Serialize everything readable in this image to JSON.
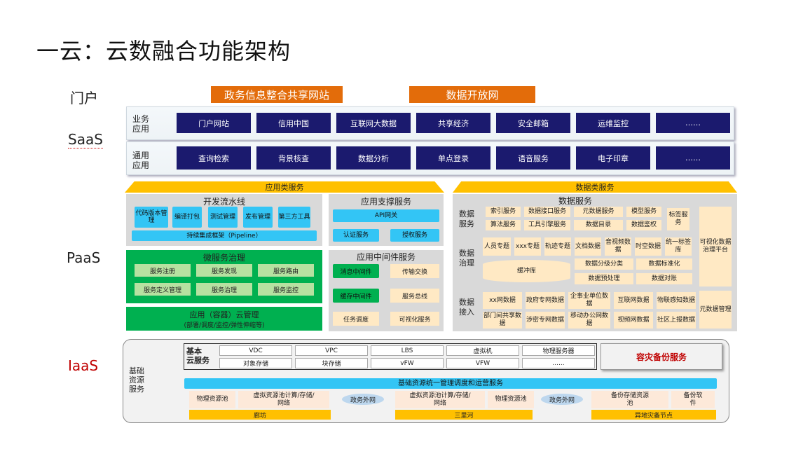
{
  "title": "一云：云数融合功能架构",
  "layers": {
    "portal": "门户",
    "saas": "SaaS",
    "paas": "PaaS",
    "iaas": "IaaS"
  },
  "portal": {
    "btn1": "政务信息整合共享网站",
    "btn2": "数据开放网"
  },
  "saas": {
    "biz_label": [
      "业务",
      "应用"
    ],
    "biz_items": [
      "门户网站",
      "信用中国",
      "互联网大数据",
      "共享经济",
      "安全邮箱",
      "运维监控",
      "……"
    ],
    "common_label": [
      "通用",
      "应用"
    ],
    "common_items": [
      "查询检索",
      "背景核查",
      "数据分析",
      "单点登录",
      "语音服务",
      "电子印章",
      "……"
    ]
  },
  "paas": {
    "app_services": "应用类服务",
    "data_services": "数据类服务",
    "devops": {
      "title": "开发流水线",
      "items": [
        "代码版本管理",
        "编译打包",
        "测试管理",
        "发布管理",
        "第三方工具"
      ],
      "pipeline": "持续集成框架（Pipeline）"
    },
    "app_support": {
      "title": "应用支撑服务",
      "api": "API网关",
      "auth": "认证服务",
      "authz": "授权服务"
    },
    "micro": {
      "title": "微服务治理",
      "items": [
        "服务注册",
        "服务发现",
        "服务路由",
        "服务定义管理",
        "服务治理",
        "服务监控"
      ]
    },
    "middleware": {
      "title": "应用中间件服务",
      "items": [
        "消息中间件",
        "传输交换",
        "缓存中间件",
        "服务总线",
        "任务调度",
        "可视化服务"
      ]
    },
    "container": {
      "title": "应用（容器）云管理",
      "sub": "(部署/调度/监控/弹性伸缩等)"
    },
    "data": {
      "title": "数据服务",
      "svc_label": "数据服务",
      "svc_items": [
        "索引服务",
        "数据接口服务",
        "元数据服务",
        "模型服务",
        "算法服务",
        "工具引擎服务",
        "数据目录",
        "数据鉴权"
      ],
      "tag_service": "标签服务",
      "gov_label": "数据治理",
      "gov_items": [
        "人员专题",
        "xxx专题",
        "轨迹专题",
        "文档数据",
        "音视频数据",
        "时空数据",
        "统一标签库"
      ],
      "buffer": "缓冲库",
      "gov_ops": [
        "数据分级分类",
        "数据标准化",
        "数据预处理",
        "数据对账"
      ],
      "access_label": "数据接入",
      "access_items": [
        "xx网数据",
        "政府专网数据",
        "企事业单位数据",
        "互联网数据",
        "物联感知数据",
        "部门间共享数据",
        "涉密专网数据",
        "移动办公网数据",
        "视频网数据",
        "社区上报数据"
      ],
      "viz": "可视化数据治理平台",
      "meta": "元数据管理"
    }
  },
  "iaas": {
    "basic_label": [
      "基础",
      "资源",
      "服务"
    ],
    "cloud_label": [
      "基本",
      "云服务"
    ],
    "cloud_row1": [
      "VDC",
      "VPC",
      "LBS",
      "虚拟机",
      "物理服务器"
    ],
    "cloud_row2": [
      "对象存储",
      "块存储",
      "vFW",
      "VFW",
      "......"
    ],
    "backup": "容灾备份服务",
    "unified": "基础资源统一管理调度和运营服务",
    "pools": [
      "物理资源池",
      "虚拟资源池计算/存储/网络",
      "政务外网",
      "虚拟资源池计算/存储/网络",
      "物理资源池",
      "政务外网",
      "备份存储资源池",
      "备份软件"
    ],
    "sites": [
      "廊坊",
      "三里河",
      "异地灾备节点"
    ]
  }
}
